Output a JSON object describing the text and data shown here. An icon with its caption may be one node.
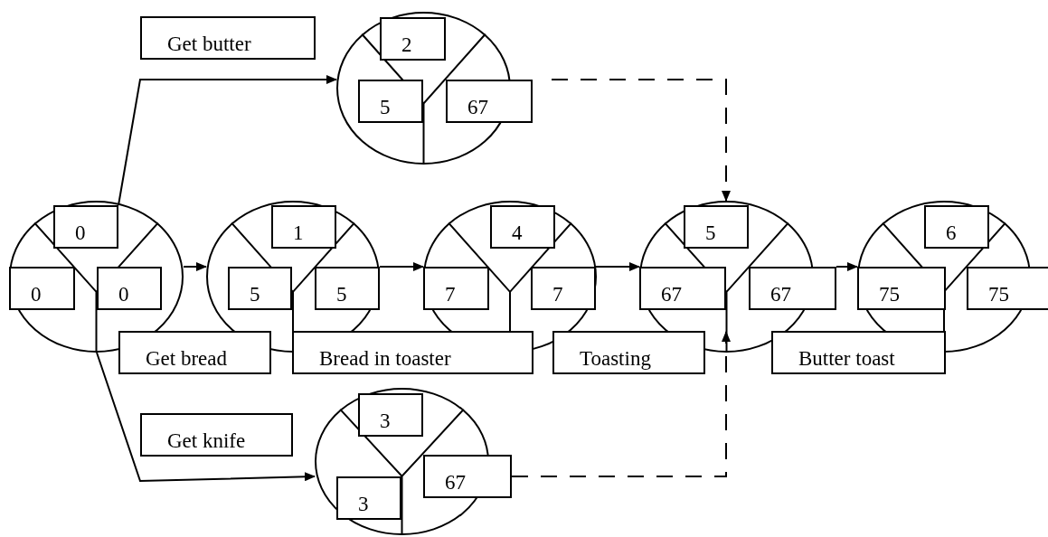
{
  "diagram": {
    "nodes": [
      {
        "text": [
          "2",
          "5",
          "67"
        ]
      },
      {
        "text": [
          "0",
          "0",
          "0"
        ]
      },
      {
        "text": [
          "1",
          "5",
          "5"
        ]
      },
      {
        "text": [
          "4",
          "7",
          "7"
        ]
      },
      {
        "text": [
          "5",
          "67",
          "67"
        ]
      },
      {
        "text": [
          "6",
          "75",
          "75"
        ]
      },
      {
        "text": [
          "3",
          "3",
          "67"
        ]
      }
    ],
    "edges": [
      {
        "from": 1,
        "to": 0,
        "arrow": "to",
        "label": "Get butter"
      },
      {
        "from": 1,
        "to": 2,
        "arrow": "to",
        "label": "Get bread"
      },
      {
        "from": 2,
        "to": 3,
        "arrow": "to",
        "label": "Bread in toaster"
      },
      {
        "from": 3,
        "to": 4,
        "arrow": "to",
        "label": "Toasting"
      },
      {
        "from": 4,
        "to": 5,
        "arrow": "to",
        "label": "Butter toast"
      },
      {
        "from": 1,
        "to": 6,
        "arrow": "to",
        "label": "Get knife"
      },
      {
        "from": 0,
        "to": 4,
        "arrow": "to",
        "style": "dashed"
      },
      {
        "from": 6,
        "to": 4,
        "arrow": "to",
        "style": "dashed"
      }
    ]
  }
}
